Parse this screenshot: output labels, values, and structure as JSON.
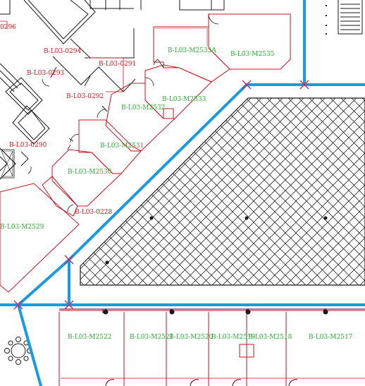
{
  "colors": {
    "background": "#ffffff",
    "room_wall_red": "#c8141e",
    "wall_black": "#1a1a1a",
    "corridor_path": "#1a9ae0",
    "node_marker": "#c0306a",
    "label_red": "#d21414",
    "label_green": "#1fb42a"
  },
  "labels": {
    "r0296": "0296",
    "r0294": "B-L03-0294",
    "r0293": "B-L03-0293",
    "r0291": "B-L03-0291",
    "r0292": "B-L03-0292",
    "r0290": "B-L03-0290",
    "r0228": "B-L03-0228",
    "m2533a": "B-L03-M2533A",
    "m2535": "B-L03-M2535",
    "m2533": "B-L03-M2533",
    "m2532": "B-L03-M2532",
    "m2531": "B-L03-M2531",
    "m2530": "B-L03-M2530",
    "m2529": "B-L03-M2529",
    "m2522": "B-L03-M2522",
    "m2521": "B-L03-M2521",
    "m2520": "B-L03-M2520",
    "m2519": "B-L03-M2519",
    "m2518": "B-L03-M2518",
    "m2517": "B-L03-M2517"
  }
}
